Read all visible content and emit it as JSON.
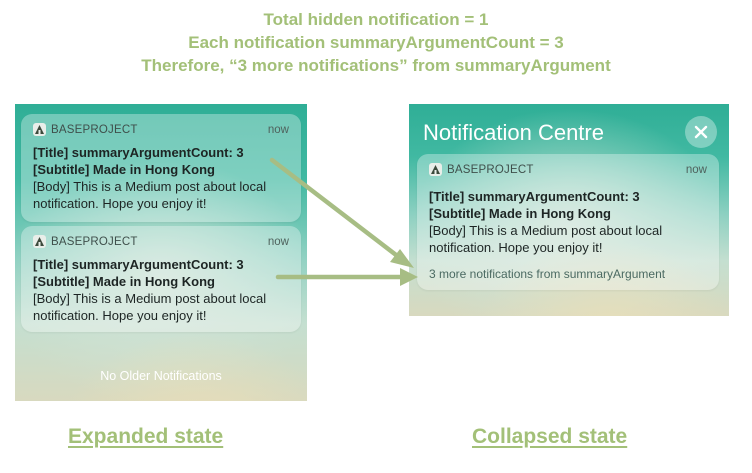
{
  "header": {
    "line1": "Total hidden notification = 1",
    "line2": "Each notification summaryArgumentCount = 3",
    "line3": "Therefore, “3 more notifications” from summaryArgument"
  },
  "expanded": {
    "notifications": [
      {
        "app_name": "BASEPROJECT",
        "time": "now",
        "title": "[Title] summaryArgumentCount: 3",
        "subtitle": "[Subtitle] Made in Hong Kong",
        "body": "[Body] This is a Medium post about local notification. Hope you enjoy it!"
      },
      {
        "app_name": "BASEPROJECT",
        "time": "now",
        "title": "[Title] summaryArgumentCount: 3",
        "subtitle": "[Subtitle] Made in Hong Kong",
        "body": "[Body] This is a Medium post about local notification. Hope you enjoy it!"
      }
    ],
    "no_older": "No Older Notifications",
    "label": "Expanded state"
  },
  "collapsed": {
    "header_title": "Notification Centre",
    "notification": {
      "app_name": "BASEPROJECT",
      "time": "now",
      "title": "[Title] summaryArgumentCount: 3",
      "subtitle": "[Subtitle] Made in Hong Kong",
      "body": "[Body] This is a Medium post about local notification. Hope you enjoy it!",
      "more": "3 more notifications from summaryArgument"
    },
    "label": "Collapsed state"
  },
  "colors": {
    "accent": "#a3c078",
    "arrow": "#a7bd84",
    "teal": "#2fae96"
  },
  "icons": [
    "app-icon",
    "close-icon",
    "arrow-icon"
  ]
}
